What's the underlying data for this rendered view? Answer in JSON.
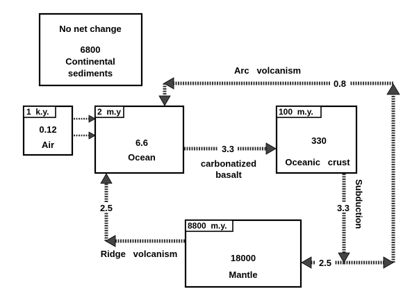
{
  "sediments": {
    "title": "No net change",
    "value": "6800",
    "label_line1": "Continental",
    "label_line2": "sediments"
  },
  "air": {
    "residence": "1  k.y.",
    "value": "0.12",
    "label": "Air"
  },
  "ocean": {
    "residence": "2  m.y",
    "value": "6.6",
    "label": "Ocean"
  },
  "oceanic_crust": {
    "residence": "100  m.y.",
    "value": "330",
    "label": "Oceanic   crust"
  },
  "mantle": {
    "residence": "8800  m.y.",
    "value": "18000",
    "label": "Mantle"
  },
  "fluxes": {
    "arc_volcanism_label": "Arc   volcanism",
    "arc_volcanism_value": "0.8",
    "carbonatized_value": "3.3",
    "carbonatized_line1": "carbonatized",
    "carbonatized_line2": "basalt",
    "subduction_label": "Subduction",
    "subduction_value": "3.3",
    "mantle_return_value": "2.5",
    "ridge_value": "2.5",
    "ridge_label": "Ridge   volcanism"
  }
}
